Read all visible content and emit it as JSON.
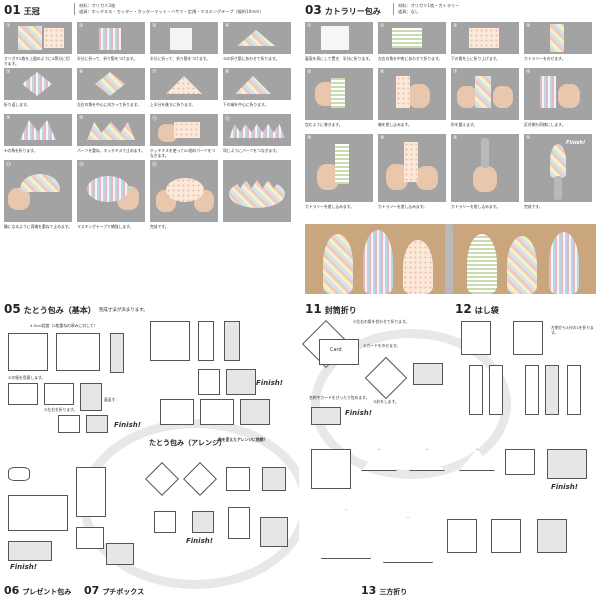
{
  "q1": {
    "number": "01",
    "title": "王冠",
    "materials_line1": "材料：オリガミ2枚",
    "materials_line2": "道具：ホッチキス・カッター・カッターマット・ハサミ・定規・マスキングテープ（幅約10mm）",
    "steps": [
      {
        "num": "①",
        "text": "オリガミ2枚を上図のように4等分に切ります。"
      },
      {
        "num": "②",
        "text": "半分に折って、折り筋をつけます。"
      },
      {
        "num": "③",
        "text": "半分に折って、折り筋をつけます。"
      },
      {
        "num": "④",
        "text": "③の折り筋にあわせて折ります。"
      },
      {
        "num": "⑤",
        "text": "折り返します。"
      },
      {
        "num": "⑥",
        "text": "左右の角を中心に向かって折ります。"
      },
      {
        "num": "⑦",
        "text": "上半分を後ろに折ります。"
      },
      {
        "num": "⑧",
        "text": "下の端を中心に折ります。"
      },
      {
        "num": "⑨",
        "text": "④の角を折ります。"
      },
      {
        "num": "⑩",
        "text": "パーツを重ね、ホッチキスで止めます。"
      },
      {
        "num": "⑪",
        "text": "ホッチキスを使って20個のパーツをつなぎます。"
      },
      {
        "num": "⑫",
        "text": "同じようにパーツをつなぎます。"
      },
      {
        "num": "⑬",
        "text": "輪になるように両端を重ねて止めます。"
      },
      {
        "num": "⑭",
        "text": "マスキングテープで補強します。"
      },
      {
        "num": "⑮",
        "text": "完成です。"
      }
    ]
  },
  "q2": {
    "number": "03",
    "title": "カトラリー包み",
    "materials_line1": "材料：オリガミ1枚・カトラリー",
    "materials_line2": "道具：なし",
    "steps": [
      {
        "num": "①",
        "text": "裏面を表にして置き、半分に折ります。"
      },
      {
        "num": "②",
        "text": "左右の角を中央にあわせて折ります。"
      },
      {
        "num": "③",
        "text": "下の角を上に折り上げます。"
      },
      {
        "num": "④",
        "text": "カトラリーをのせます。"
      },
      {
        "num": "⑤",
        "text": "包むように巻きます。"
      },
      {
        "num": "⑥",
        "text": "端を差し込みます。"
      },
      {
        "num": "⑦",
        "text": "形を整えます。"
      },
      {
        "num": "⑧",
        "text": "反対側も同様にします。"
      },
      {
        "num": "⑨",
        "text": "カトラリーを差し込みます。"
      },
      {
        "num": "⑩",
        "text": "完成です。"
      }
    ],
    "finish_label": "Finish!"
  },
  "q3": {
    "number": "05",
    "title": "たとう包み（基本）",
    "subtitle": "完成寸法が決まります。",
    "size_note": "4.5cm程度（2枚重ねの厚みに対して）",
    "arrange_title": "たとう包み（アレンジ）",
    "arrange_note": "箱を変えたアレンジに挑戦！",
    "finish_label": "Finish!",
    "notes": [
      "①の紙を用意します。",
      "②左右を折ります。",
      "③上下を折ります。",
      "裏返す"
    ],
    "bottom_left_number": "06",
    "bottom_left_title": "プレゼント包み",
    "bottom_right_number": "07",
    "bottom_right_title": "プチボックス"
  },
  "q4": {
    "number_top": "11",
    "title_top": "封筒折り",
    "number_right": "12",
    "title_right": "はし袋",
    "card_label": "Card",
    "finish_label": "Finish!",
    "notes": [
      "①左右の角を合わせて折ります。",
      "②カードをのせます。",
      "③封をします。",
      "名刺やカードをぴったり包めます。"
    ],
    "right_note": "左側から3分の1を折ります。",
    "bottom_number": "13",
    "bottom_title": "三方折り"
  }
}
